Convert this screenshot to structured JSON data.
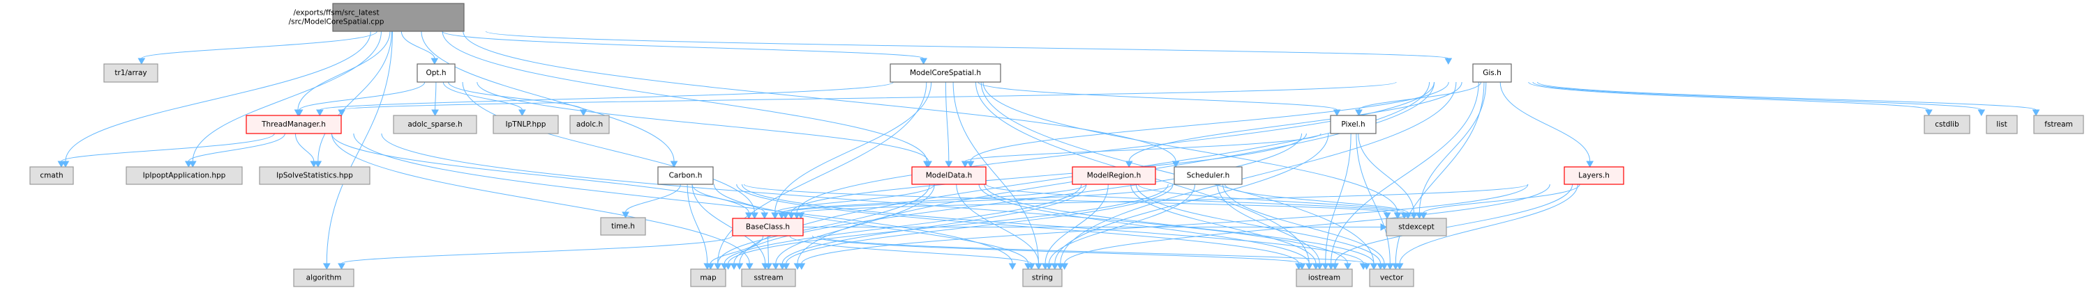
{
  "graph": {
    "title": "Include dependency graph for ModelCoreSpatial.cpp",
    "colors": {
      "edge": "#63b8ff",
      "root_fill": "#999999",
      "local_fill": "#ffffff",
      "incomplete_fill": "#fff0f0",
      "incomplete_border": "#ff0000",
      "system_fill": "#e0e0e0"
    },
    "nodes": [
      {
        "id": "root",
        "label_lines": [
          "/exports/ffsm/src_latest",
          "/src/ModelCoreSpatial.cpp"
        ],
        "kind": "root"
      },
      {
        "id": "tr1array",
        "label_lines": [
          "tr1/array"
        ],
        "kind": "system"
      },
      {
        "id": "opt",
        "label_lines": [
          "Opt.h"
        ],
        "kind": "local"
      },
      {
        "id": "mcsh",
        "label_lines": [
          "ModelCoreSpatial.h"
        ],
        "kind": "local"
      },
      {
        "id": "gis",
        "label_lines": [
          "Gis.h"
        ],
        "kind": "local"
      },
      {
        "id": "thread",
        "label_lines": [
          "ThreadManager.h"
        ],
        "kind": "incomplete"
      },
      {
        "id": "adolcsparse",
        "label_lines": [
          "adolc_sparse.h"
        ],
        "kind": "system"
      },
      {
        "id": "iptnlp",
        "label_lines": [
          "IpTNLP.hpp"
        ],
        "kind": "system"
      },
      {
        "id": "adolc",
        "label_lines": [
          "adolc.h"
        ],
        "kind": "system"
      },
      {
        "id": "pixel",
        "label_lines": [
          "Pixel.h"
        ],
        "kind": "local"
      },
      {
        "id": "cstdlib",
        "label_lines": [
          "cstdlib"
        ],
        "kind": "system"
      },
      {
        "id": "list",
        "label_lines": [
          "list"
        ],
        "kind": "system"
      },
      {
        "id": "fstream",
        "label_lines": [
          "fstream"
        ],
        "kind": "system"
      },
      {
        "id": "cmath",
        "label_lines": [
          "cmath"
        ],
        "kind": "system"
      },
      {
        "id": "ipopt",
        "label_lines": [
          "IpIpoptApplication.hpp"
        ],
        "kind": "system"
      },
      {
        "id": "ipsolve",
        "label_lines": [
          "IpSolveStatistics.hpp"
        ],
        "kind": "system"
      },
      {
        "id": "carbon",
        "label_lines": [
          "Carbon.h"
        ],
        "kind": "local"
      },
      {
        "id": "modeldata",
        "label_lines": [
          "ModelData.h"
        ],
        "kind": "incomplete"
      },
      {
        "id": "modelregion",
        "label_lines": [
          "ModelRegion.h"
        ],
        "kind": "incomplete"
      },
      {
        "id": "scheduler",
        "label_lines": [
          "Scheduler.h"
        ],
        "kind": "local"
      },
      {
        "id": "layers",
        "label_lines": [
          "Layers.h"
        ],
        "kind": "incomplete"
      },
      {
        "id": "timeh",
        "label_lines": [
          "time.h"
        ],
        "kind": "system"
      },
      {
        "id": "baseclass",
        "label_lines": [
          "BaseClass.h"
        ],
        "kind": "incomplete"
      },
      {
        "id": "stdexcept",
        "label_lines": [
          "stdexcept"
        ],
        "kind": "system"
      },
      {
        "id": "algorithm",
        "label_lines": [
          "algorithm"
        ],
        "kind": "system"
      },
      {
        "id": "map",
        "label_lines": [
          "map"
        ],
        "kind": "system"
      },
      {
        "id": "sstream",
        "label_lines": [
          "sstream"
        ],
        "kind": "system"
      },
      {
        "id": "string",
        "label_lines": [
          "string"
        ],
        "kind": "system"
      },
      {
        "id": "iostream",
        "label_lines": [
          "iostream"
        ],
        "kind": "system"
      },
      {
        "id": "vector",
        "label_lines": [
          "vector"
        ],
        "kind": "system"
      }
    ],
    "edges": [
      [
        "root",
        "tr1array"
      ],
      [
        "root",
        "opt"
      ],
      [
        "root",
        "mcsh"
      ],
      [
        "root",
        "gis"
      ],
      [
        "root",
        "thread"
      ],
      [
        "root",
        "cmath"
      ],
      [
        "root",
        "ipopt"
      ],
      [
        "root",
        "ipsolve"
      ],
      [
        "root",
        "carbon"
      ],
      [
        "root",
        "modeldata"
      ],
      [
        "root",
        "scheduler"
      ],
      [
        "root",
        "algorithm"
      ],
      [
        "opt",
        "thread"
      ],
      [
        "opt",
        "adolcsparse"
      ],
      [
        "opt",
        "iptnlp"
      ],
      [
        "opt",
        "adolc"
      ],
      [
        "opt",
        "modeldata"
      ],
      [
        "opt",
        "baseclass"
      ],
      [
        "mcsh",
        "thread"
      ],
      [
        "mcsh",
        "modeldata"
      ],
      [
        "mcsh",
        "pixel"
      ],
      [
        "mcsh",
        "baseclass"
      ],
      [
        "mcsh",
        "string"
      ],
      [
        "mcsh",
        "stdexcept"
      ],
      [
        "mcsh",
        "vector"
      ],
      [
        "mcsh",
        "map"
      ],
      [
        "mcsh",
        "iostream"
      ],
      [
        "gis",
        "thread"
      ],
      [
        "gis",
        "pixel"
      ],
      [
        "gis",
        "layers"
      ],
      [
        "gis",
        "modeldata"
      ],
      [
        "gis",
        "modelregion"
      ],
      [
        "gis",
        "baseclass"
      ],
      [
        "gis",
        "cstdlib"
      ],
      [
        "gis",
        "list"
      ],
      [
        "gis",
        "fstream"
      ],
      [
        "gis",
        "stdexcept"
      ],
      [
        "gis",
        "string"
      ],
      [
        "gis",
        "vector"
      ],
      [
        "gis",
        "iostream"
      ],
      [
        "gis",
        "map"
      ],
      [
        "gis",
        "sstream"
      ],
      [
        "thread",
        "cmath"
      ],
      [
        "thread",
        "ipopt"
      ],
      [
        "thread",
        "ipsolve"
      ],
      [
        "thread",
        "baseclass"
      ],
      [
        "thread",
        "sstream"
      ],
      [
        "thread",
        "string"
      ],
      [
        "thread",
        "vector"
      ],
      [
        "pixel",
        "modeldata"
      ],
      [
        "pixel",
        "baseclass"
      ],
      [
        "pixel",
        "stdexcept"
      ],
      [
        "pixel",
        "vector"
      ],
      [
        "pixel",
        "iostream"
      ],
      [
        "pixel",
        "string"
      ],
      [
        "pixel",
        "map"
      ],
      [
        "carbon",
        "timeh"
      ],
      [
        "carbon",
        "baseclass"
      ],
      [
        "carbon",
        "map"
      ],
      [
        "carbon",
        "string"
      ],
      [
        "carbon",
        "vector"
      ],
      [
        "carbon",
        "stdexcept"
      ],
      [
        "carbon",
        "iostream"
      ],
      [
        "carbon",
        "sstream"
      ],
      [
        "modeldata",
        "baseclass"
      ],
      [
        "modeldata",
        "map"
      ],
      [
        "modeldata",
        "sstream"
      ],
      [
        "modeldata",
        "string"
      ],
      [
        "modeldata",
        "stdexcept"
      ],
      [
        "modeldata",
        "vector"
      ],
      [
        "modeldata",
        "iostream"
      ],
      [
        "modelregion",
        "baseclass"
      ],
      [
        "modelregion",
        "string"
      ],
      [
        "modelregion",
        "map"
      ],
      [
        "modelregion",
        "sstream"
      ],
      [
        "modelregion",
        "stdexcept"
      ],
      [
        "modelregion",
        "vector"
      ],
      [
        "modelregion",
        "iostream"
      ],
      [
        "scheduler",
        "baseclass"
      ],
      [
        "scheduler",
        "string"
      ],
      [
        "scheduler",
        "stdexcept"
      ],
      [
        "scheduler",
        "vector"
      ],
      [
        "scheduler",
        "iostream"
      ],
      [
        "scheduler",
        "map"
      ],
      [
        "scheduler",
        "sstream"
      ],
      [
        "layers",
        "baseclass"
      ],
      [
        "layers",
        "stdexcept"
      ],
      [
        "layers",
        "vector"
      ],
      [
        "layers",
        "string"
      ],
      [
        "layers",
        "iostream"
      ],
      [
        "layers",
        "sstream"
      ],
      [
        "baseclass",
        "algorithm"
      ],
      [
        "baseclass",
        "map"
      ],
      [
        "baseclass",
        "sstream"
      ],
      [
        "baseclass",
        "string"
      ],
      [
        "baseclass",
        "stdexcept"
      ],
      [
        "baseclass",
        "vector"
      ],
      [
        "baseclass",
        "iostream"
      ]
    ]
  }
}
